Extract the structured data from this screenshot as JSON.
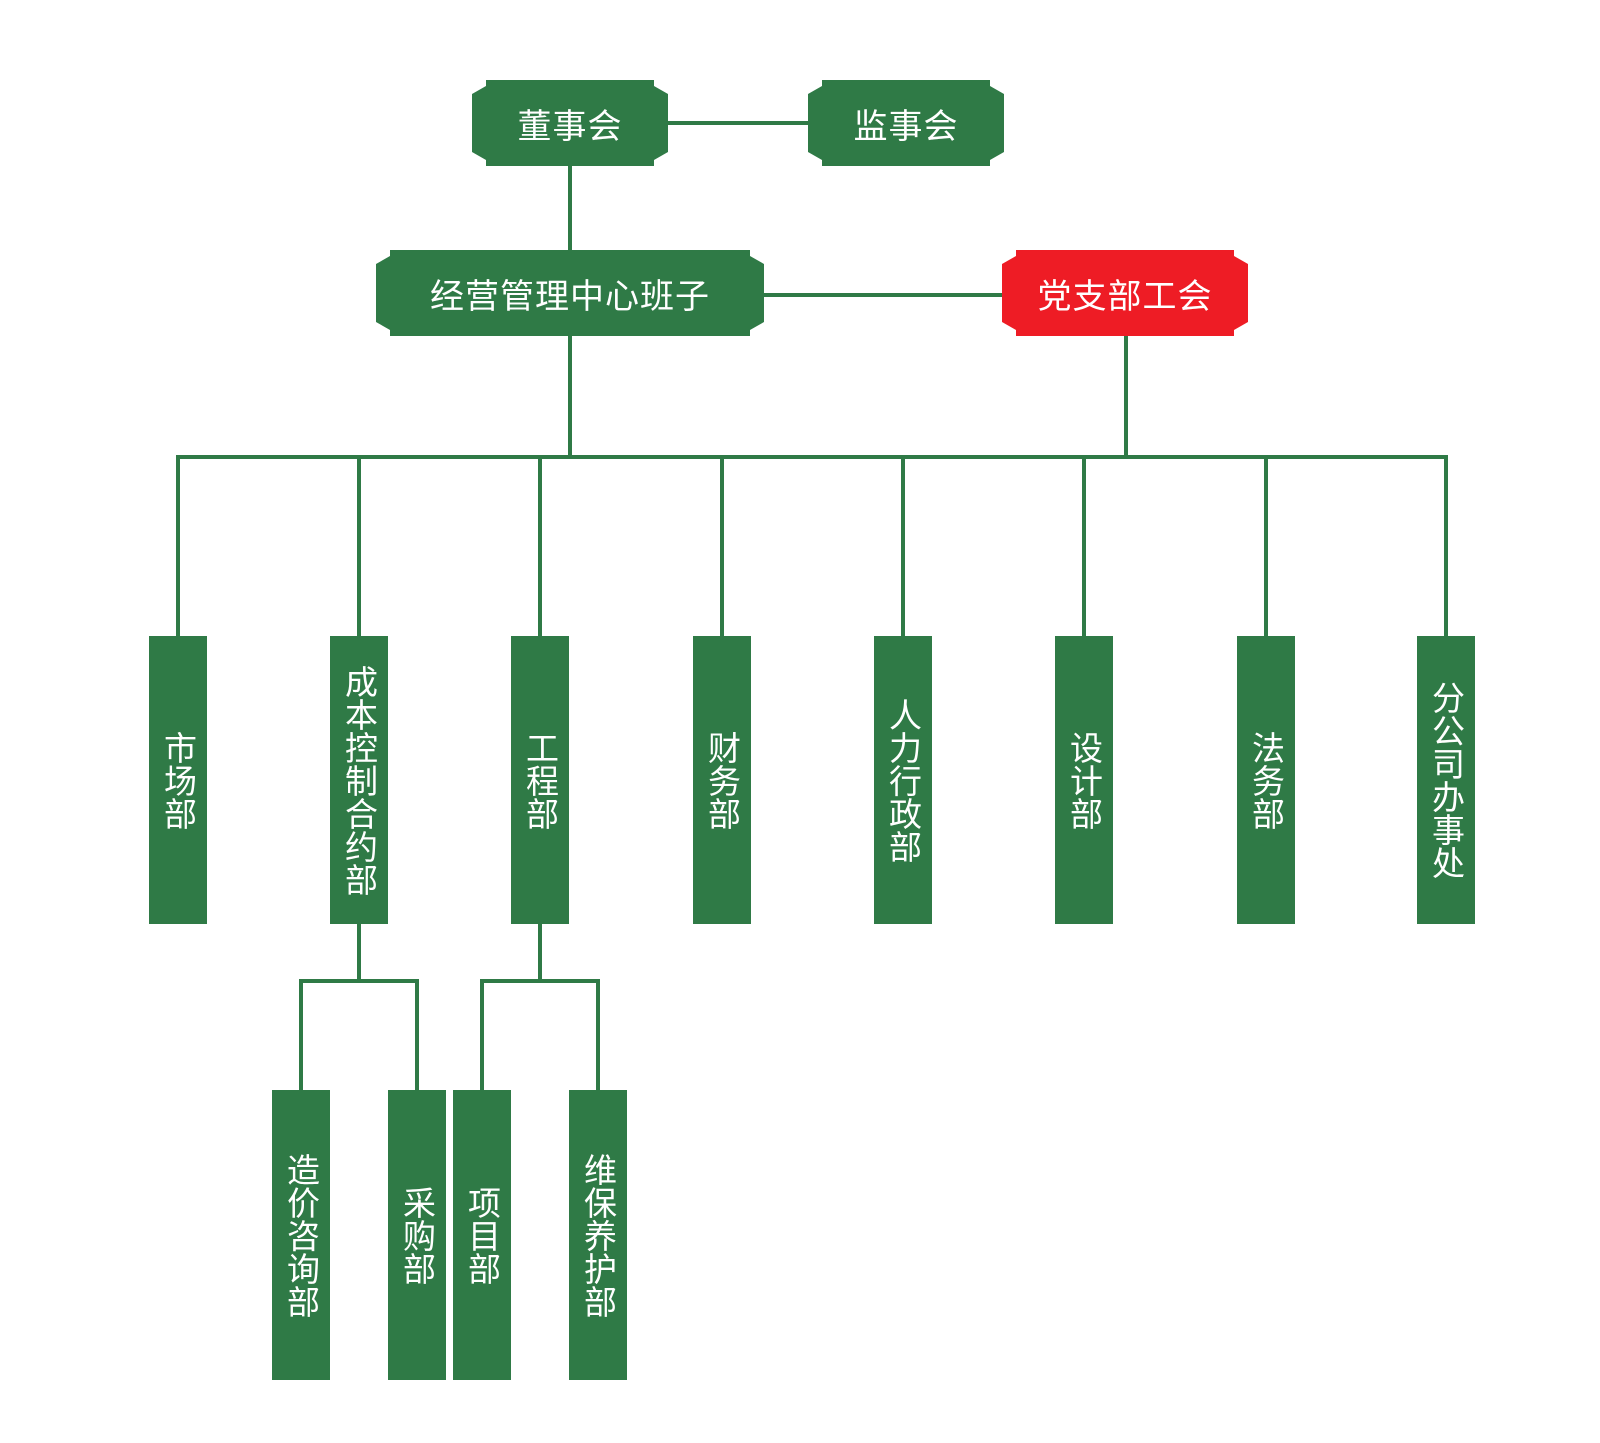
{
  "colors": {
    "primary": "#2f7a46",
    "accent": "#ee1c25"
  },
  "top": {
    "board": "董事会",
    "supervisory": "监事会"
  },
  "management": {
    "center": "经营管理中心班子",
    "party": "党支部工会"
  },
  "departments": [
    {
      "label": "市场部"
    },
    {
      "label": "成本控制合约部"
    },
    {
      "label": "工程部"
    },
    {
      "label": "财务部"
    },
    {
      "label": "人力行政部"
    },
    {
      "label": "设计部"
    },
    {
      "label": "法务部"
    },
    {
      "label": "分公司办事处"
    }
  ],
  "sub_departments": {
    "cost": [
      {
        "label": "造价咨询部"
      },
      {
        "label": "采购部"
      }
    ],
    "engineering": [
      {
        "label": "项目部"
      },
      {
        "label": "维保养护部"
      }
    ]
  }
}
